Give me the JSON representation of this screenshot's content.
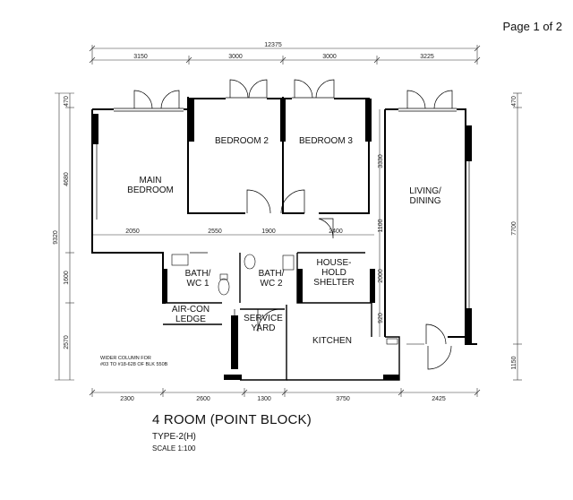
{
  "page_indicator": "Page 1 of 2",
  "plan": {
    "title": "4 ROOM (POINT BLOCK)",
    "type": "TYPE-2(H)",
    "scale": "SCALE 1:100",
    "rooms": {
      "main_bedroom": "MAIN\nBEDROOM",
      "bedroom2": "BEDROOM 2",
      "bedroom3": "BEDROOM 3",
      "living": "LIVING/\nDINING",
      "bath1": "BATH/\nWC 1",
      "bath2": "BATH/\nWC 2",
      "shelter": "HOUSE-\nHOLD\nSHELTER",
      "aircon": "AIR-CON\nLEDGE",
      "service": "SERVICE\nYARD",
      "kitchen": "KITCHEN"
    },
    "note": "WIDER COLUMN FOR\n#03 TO #18-628 OF BLK 550B",
    "dims": {
      "overall_top": "12375",
      "top": [
        "3150",
        "3000",
        "3000",
        "3225"
      ],
      "bottom": [
        "2300",
        "2600",
        "1300",
        "3750",
        "2425"
      ],
      "left_overall": "9320",
      "left": [
        "470",
        "4680",
        "1600",
        "2570"
      ],
      "right": [
        "470",
        "7700",
        "1150"
      ],
      "inner_row": [
        "2050",
        "2550",
        "1900",
        "2400"
      ],
      "inner_col": [
        "3330",
        "1100",
        "2000",
        "920"
      ]
    }
  }
}
